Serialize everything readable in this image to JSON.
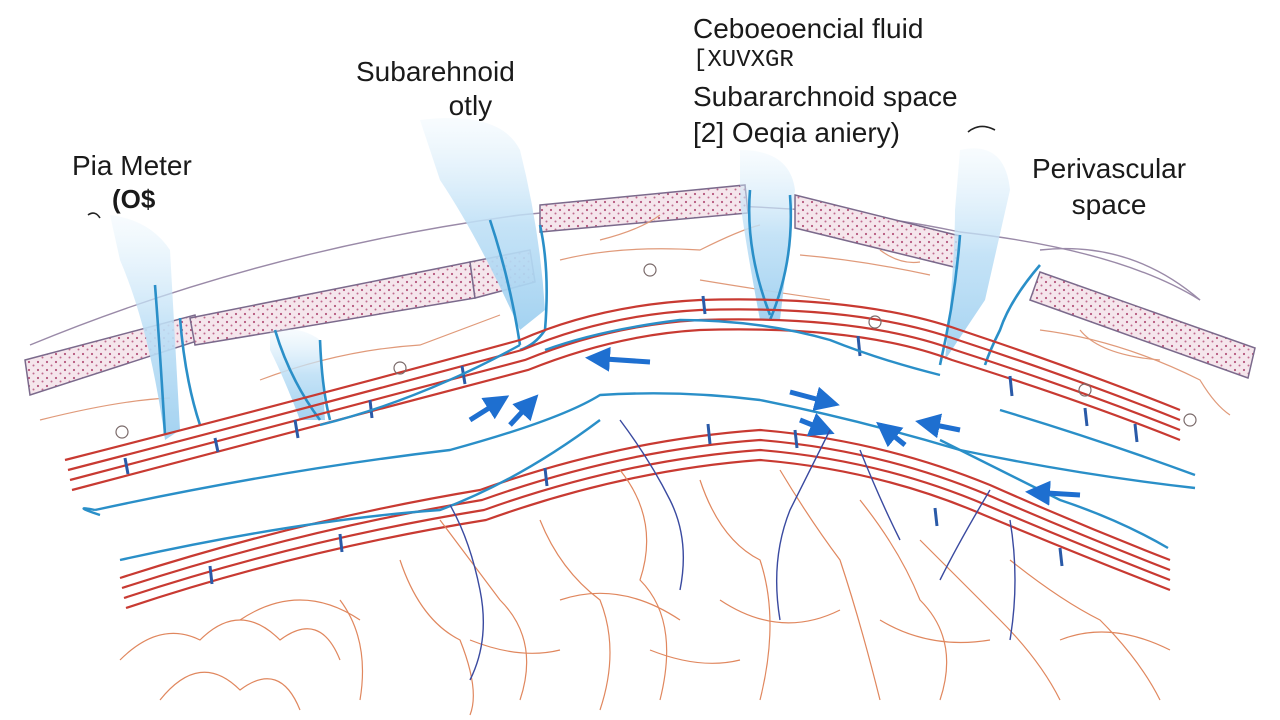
{
  "labels": {
    "pia_mater": "Pia Meter",
    "pia_mater_sub": "(O$",
    "subarachnoid_left": "Subarehnoid",
    "subarachnoid_left_sub": "otly",
    "csf_title": "Ceboeoencial fluid",
    "csf_code": "[XUVXGR",
    "subarachnoid_space": "Subararchnoid space",
    "artery_label": "[2] Oeqia aniery)",
    "perivascular": "Perivascular",
    "perivascular_sub": "space"
  },
  "colors": {
    "artery": "#c83a32",
    "vessel_blue": "#2a8fc8",
    "flow_blue": "#1e6fd0",
    "membrane_fill": "#f3e4ea",
    "membrane_dots": "#b85a80",
    "membrane_edge": "#7b6a8c",
    "capillary": "#e0875e",
    "capillary_dark": "#3a4aa0",
    "tissue_line": "#d88a66"
  }
}
